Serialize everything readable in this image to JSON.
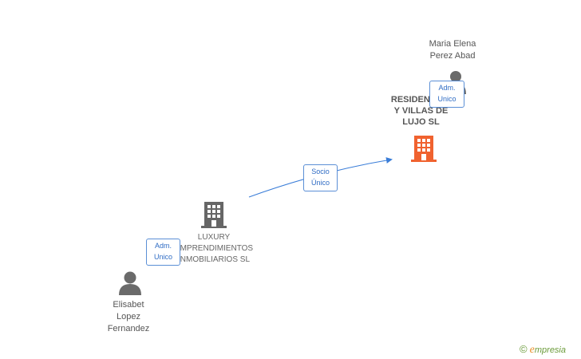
{
  "diagram": {
    "nodes": {
      "residencias": {
        "lines": [
          "RESIDENCIAS",
          "Y VILLAS DE",
          "LUJO SL"
        ],
        "type": "company",
        "icon": "building-icon",
        "color": "#f0622f"
      },
      "luxury": {
        "lines": [
          "LUXURY",
          "EMPRENDIMIENTOS",
          "INMOBILIARIOS SL"
        ],
        "type": "company",
        "icon": "building-icon",
        "color": "#666666"
      },
      "maria": {
        "lines": [
          "Maria Elena",
          "Perez Abad"
        ],
        "type": "person",
        "icon": "person-icon",
        "color": "#6a6a6a"
      },
      "elisabet": {
        "lines": [
          "Elisabet",
          "Lopez",
          "Fernandez"
        ],
        "type": "person",
        "icon": "person-icon",
        "color": "#6a6a6a"
      }
    },
    "edges": {
      "socio_unico": {
        "lines": [
          "Socio",
          "Único"
        ],
        "color": "#3a7dd8"
      },
      "adm_maria": {
        "lines": [
          "Adm.",
          "Unico"
        ]
      },
      "adm_elisabet": {
        "lines": [
          "Adm.",
          "Unico"
        ]
      }
    }
  },
  "footer": {
    "copyright_symbol": "©",
    "brand_initial": "e",
    "brand_rest": "mpresia"
  }
}
